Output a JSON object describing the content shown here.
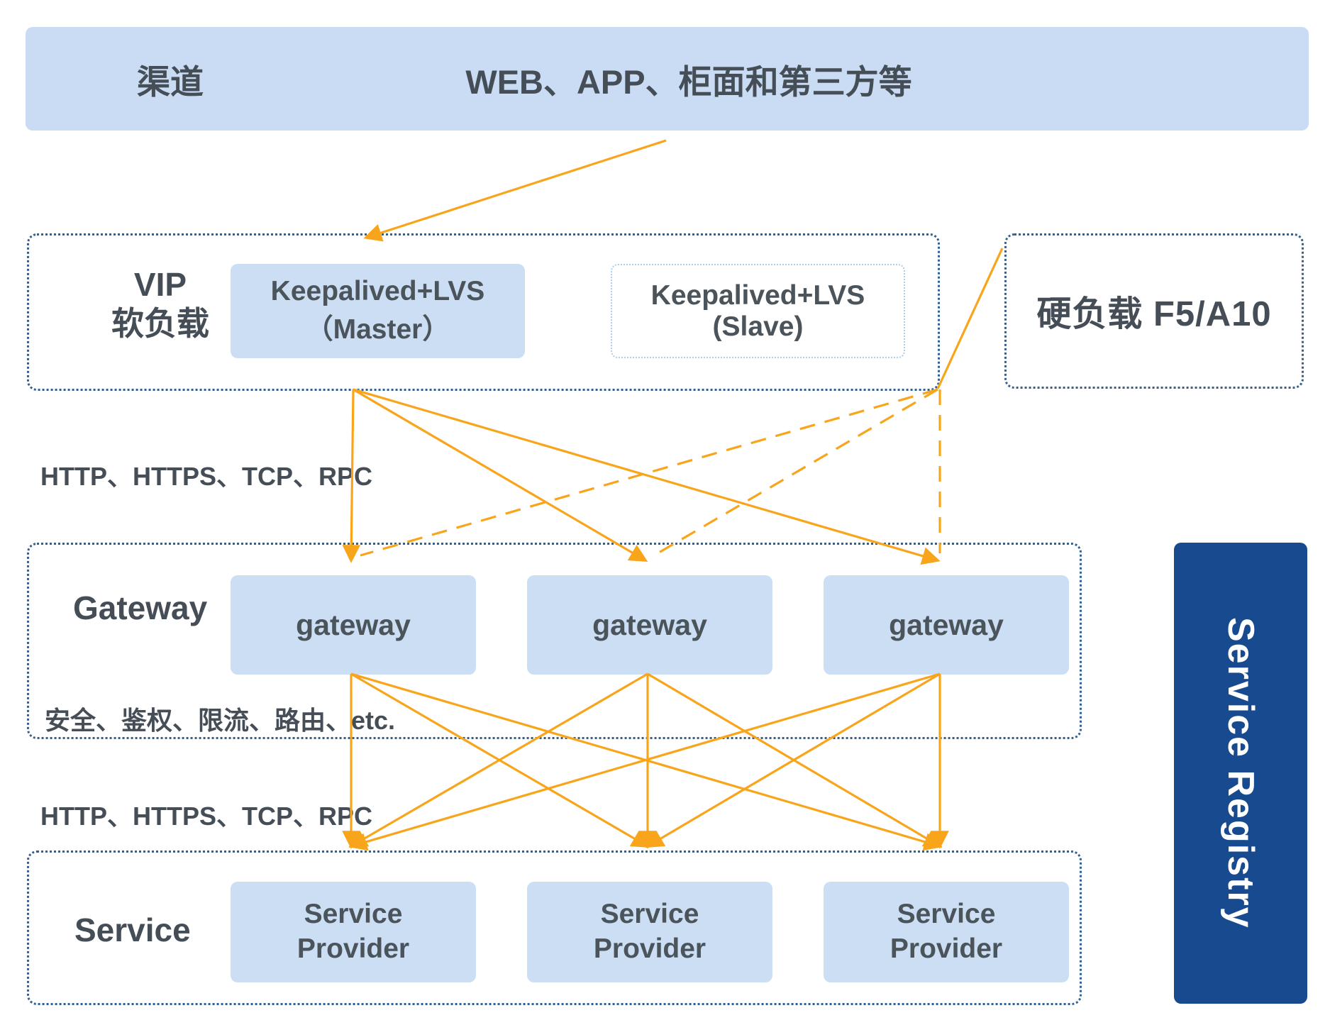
{
  "colors": {
    "bar_fill": "#c9dcf4",
    "node_fill": "#cbdef4",
    "border_navy": "#33608f",
    "border_light_blue": "#aecdec",
    "registry_bg": "#174a8e",
    "arrow_orange": "#f9a51b",
    "text_dark": "#454d57",
    "text_node": "#4b535b",
    "text_white": "#ffffff"
  },
  "channel_bar": {
    "label": "渠道",
    "content": "WEB、APP、柜面和第三方等"
  },
  "vip_section": {
    "label_line1": "VIP",
    "label_line2": "软负载",
    "master": {
      "line1": "Keepalived+LVS",
      "line2": "（Master）"
    },
    "slave": {
      "line1": "Keepalived+LVS",
      "line2": "(Slave)"
    }
  },
  "hard_lb": {
    "label": "硬负载 F5/A10"
  },
  "labels": {
    "protocols_top": "HTTP、HTTPS、TCP、RPC",
    "gateway_features": "安全、鉴权、限流、路由、etc.",
    "protocols_bottom": "HTTP、HTTPS、TCP、RPC"
  },
  "gateway_section": {
    "label": "Gateway",
    "nodes": [
      "gateway",
      "gateway",
      "gateway"
    ]
  },
  "service_section": {
    "label": "Service",
    "nodes": [
      {
        "line1": "Service",
        "line2": "Provider"
      },
      {
        "line1": "Service",
        "line2": "Provider"
      },
      {
        "line1": "Service",
        "line2": "Provider"
      }
    ]
  },
  "registry": {
    "label": "Service Registry"
  }
}
